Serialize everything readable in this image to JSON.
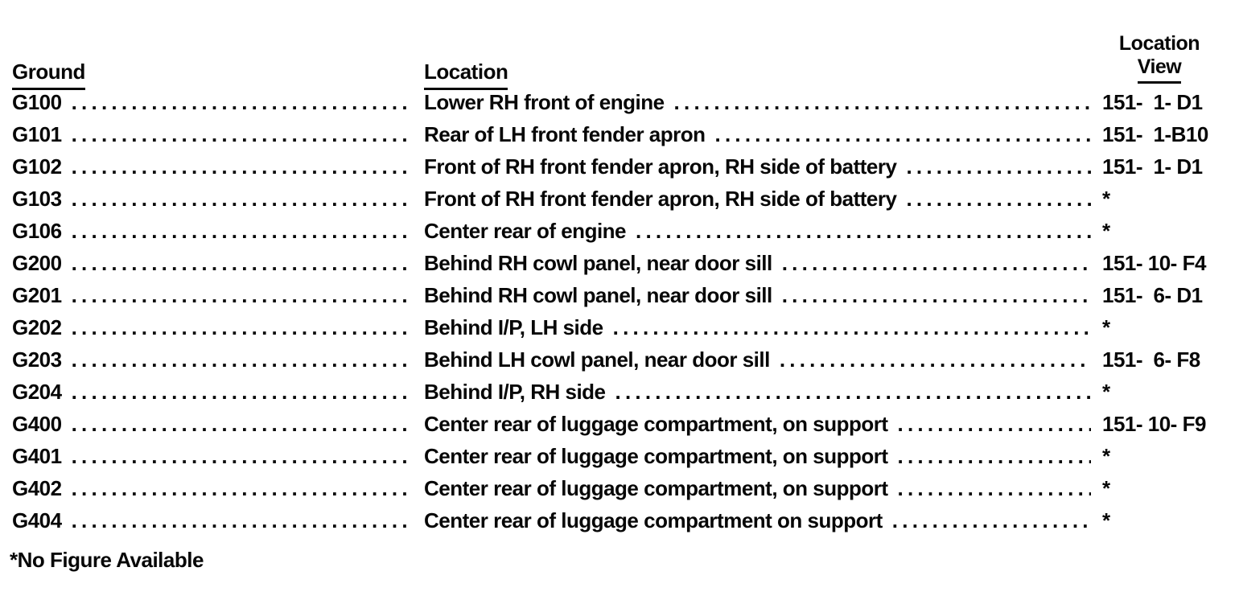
{
  "table": {
    "headers": {
      "ground": "Ground",
      "location": "Location",
      "view_line1": "Location",
      "view_line2": "View"
    },
    "rows": [
      {
        "ground": "G100",
        "location": "Lower RH front of engine",
        "view": "151-  1- D1"
      },
      {
        "ground": "G101",
        "location": "Rear of LH front fender apron",
        "view": "151-  1-B10"
      },
      {
        "ground": "G102",
        "location": "Front of RH front fender apron, RH side of battery",
        "view": "151-  1- D1"
      },
      {
        "ground": "G103",
        "location": "Front of RH front fender apron, RH side of battery",
        "view": "*"
      },
      {
        "ground": "G106",
        "location": "Center rear of engine",
        "view": "*"
      },
      {
        "ground": "G200",
        "location": "Behind RH cowl panel, near door sill",
        "view": "151- 10- F4"
      },
      {
        "ground": "G201",
        "location": "Behind RH cowl panel, near door sill",
        "view": "151-  6- D1"
      },
      {
        "ground": "G202",
        "location": "Behind I/P, LH side",
        "view": "*"
      },
      {
        "ground": "G203",
        "location": "Behind LH cowl panel, near door sill",
        "view": "151-  6- F8"
      },
      {
        "ground": "G204",
        "location": "Behind I/P, RH side",
        "view": "*"
      },
      {
        "ground": "G400",
        "location": "Center rear of luggage compartment, on support",
        "view": "151- 10- F9"
      },
      {
        "ground": "G401",
        "location": "Center rear of luggage compartment, on support",
        "view": "*"
      },
      {
        "ground": "G402",
        "location": "Center rear of luggage compartment, on support",
        "view": "*"
      },
      {
        "ground": "G404",
        "location": "Center rear of luggage compartment on support",
        "view": "*"
      }
    ],
    "footnote": "*No Figure Available"
  }
}
